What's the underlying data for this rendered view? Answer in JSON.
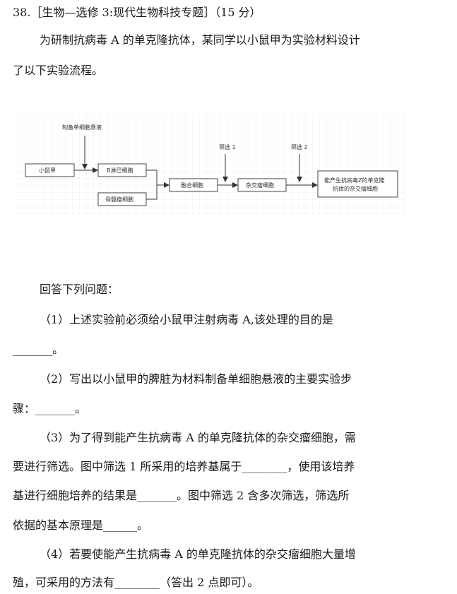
{
  "header": "38.［生物—选修 3:现代生物科技专题］（15 分）",
  "intro": {
    "line1": "为研制抗病毒 A 的单克隆抗体，某同学以小鼠甲为实验材料设计",
    "line2": "了以下实验流程。"
  },
  "diagram": {
    "label_top": "制备单细胞悬液",
    "screen1": "筛选 1",
    "screen2": "筛选 2",
    "mouse": "小鼠甲",
    "b_cell": "B淋巴细胞",
    "myeloma": "骨髓瘤细胞",
    "fused": "融合细胞",
    "hybridoma": "杂交瘤细胞",
    "final_line1": "能产生抗病毒Z的单克隆",
    "final_line2": "抗体的杂交瘤细胞"
  },
  "questions": {
    "prompt": "回答下列问题：",
    "q1_line1": "（1）上述实验前必须给小鼠甲注射病毒 A,该处理的目的是",
    "q1_line2": "_______。",
    "q2_line1": "（2）写出以小鼠甲的脾脏为材料制备单细胞悬液的主要实验步",
    "q2_line2": "骤：_______。",
    "q3_line1": "（3）为了得到能产生抗病毒 A 的单克隆抗体的杂交瘤细胞，需",
    "q3_line2": "要进行筛选。图中筛选 1 所采用的培养基属于________，使用该培养",
    "q3_line3": "基进行细胞培养的结果是_______。图中筛选 2 含多次筛选，筛选所",
    "q3_line4": "依据的基本原理是______。",
    "q4_line1": "（4）若要使能产生抗病毒 A 的单克隆抗体的杂交瘤细胞大量增",
    "q4_line2": "殖，可采用的方法有________（答出 2 点即可）。"
  }
}
